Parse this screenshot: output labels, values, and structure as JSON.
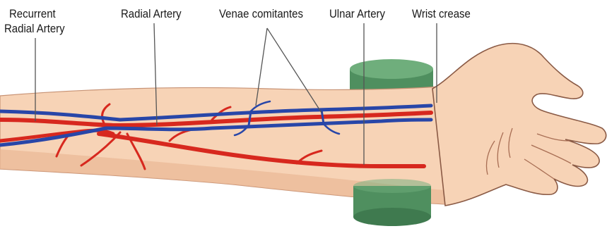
{
  "labels": {
    "recurrent_radial_line1": "Recurrent",
    "recurrent_radial_line2": "Radial Artery",
    "radial_artery": "Radial Artery",
    "venae_comitantes": "Venae comitantes",
    "ulnar_artery": "Ulnar Artery",
    "wrist_crease": "Wrist crease"
  },
  "colors": {
    "skin": "#f7d3b6",
    "skin_shadow": "#e9b290",
    "skin_outline": "#8a5a45",
    "artery": "#d7281e",
    "vein": "#2846a8",
    "band": "#4f8f5f",
    "band_top": "#6fae7c",
    "leader": "#555555"
  },
  "icons": {
    "arm": "forearm-illustration",
    "band": "tourniquet-band"
  }
}
